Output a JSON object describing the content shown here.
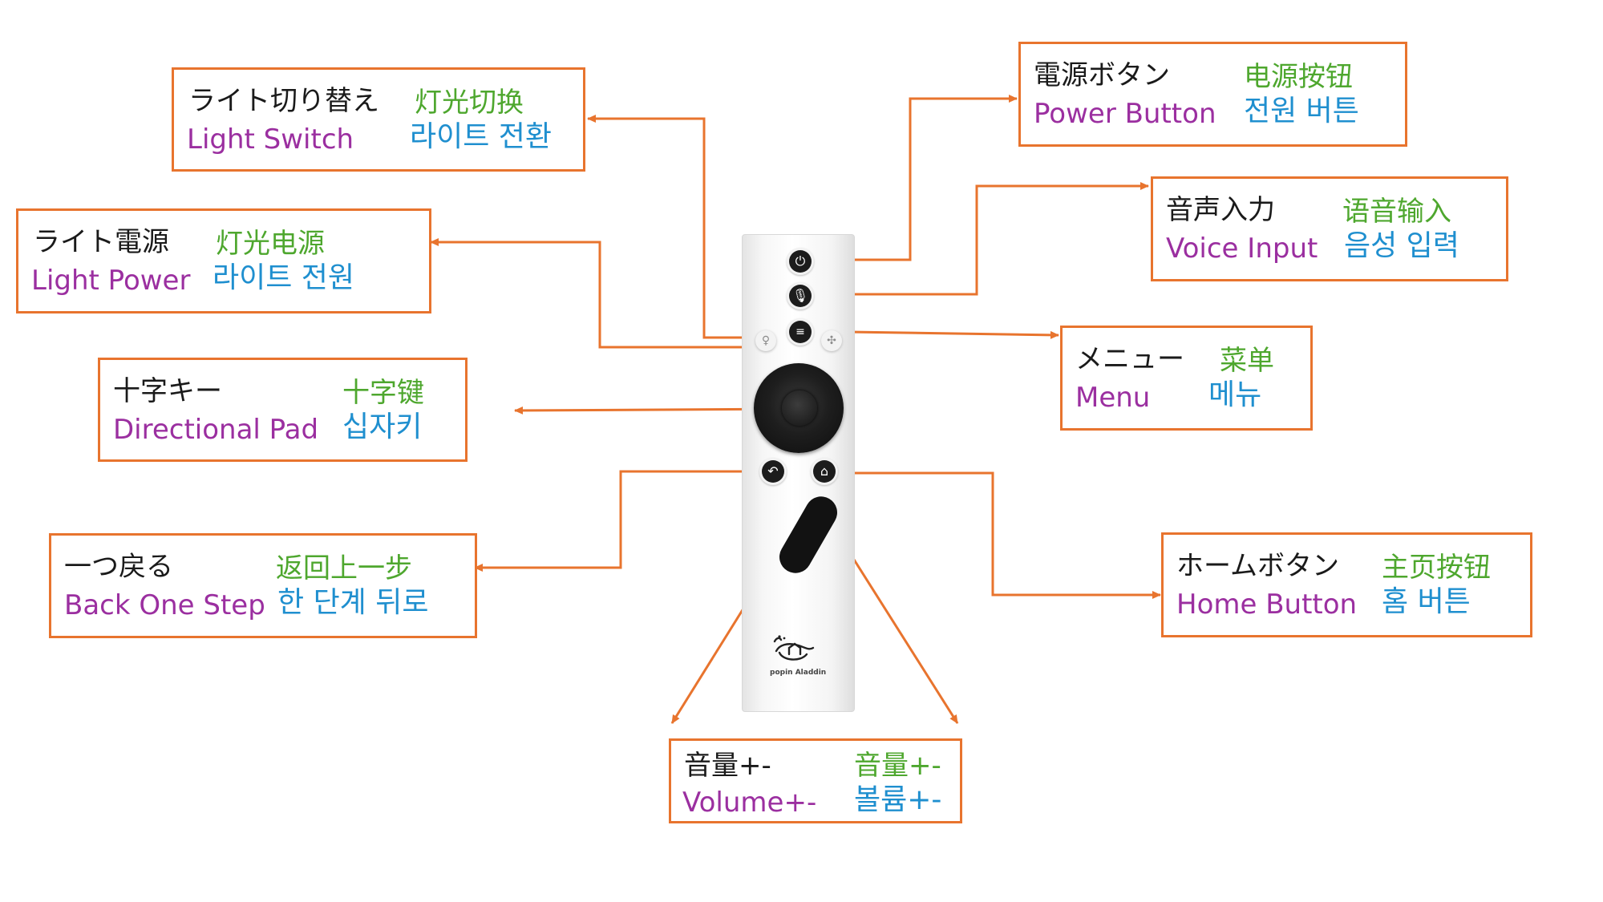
{
  "device": {
    "brand_text": "popin Aladdin",
    "button_icons": {
      "power": "power-icon",
      "voice": "microphone-icon",
      "menu": "menu-icon",
      "light_switch": "bulb-icon",
      "light_power": "color-wheel-icon",
      "back": "back-arrow-icon",
      "home": "home-icon"
    }
  },
  "callouts": {
    "light_switch": {
      "ja": "ライト切り替え",
      "zh": "灯光切换",
      "en": "Light Switch",
      "ko": "라이트 전환"
    },
    "light_power": {
      "ja": "ライト電源",
      "zh": "灯光电源",
      "en": "Light Power",
      "ko": "라이트 전원"
    },
    "dpad": {
      "ja": "十字キー",
      "zh": "十字键",
      "en": "Directional Pad",
      "ko": "십자키"
    },
    "back": {
      "ja": "一つ戻る",
      "zh": "返回上一步",
      "en": "Back One Step",
      "ko": "한 단계 뒤로"
    },
    "power": {
      "ja": "電源ボタン",
      "zh": "电源按钮",
      "en": "Power Button",
      "ko": "전원 버튼"
    },
    "voice": {
      "ja": "音声入力",
      "zh": "语音输入",
      "en": "Voice Input",
      "ko": "음성 입력"
    },
    "menu": {
      "ja": "メニュー",
      "zh": "菜单",
      "en": "Menu",
      "ko": "메뉴"
    },
    "home": {
      "ja": "ホームボタン",
      "zh": "主页按钮",
      "en": "Home Button",
      "ko": "홈 버튼"
    },
    "volume": {
      "ja": "音量+-",
      "zh": "音量+-",
      "en": "Volume+-",
      "ko": "볼륨+-"
    }
  },
  "colors": {
    "border": "#e8742e",
    "arrow": "#e8742e",
    "japanese": "#1a1a1a",
    "chinese": "#4ea72e",
    "english": "#9b2fa0",
    "korean": "#1f8fcf"
  }
}
